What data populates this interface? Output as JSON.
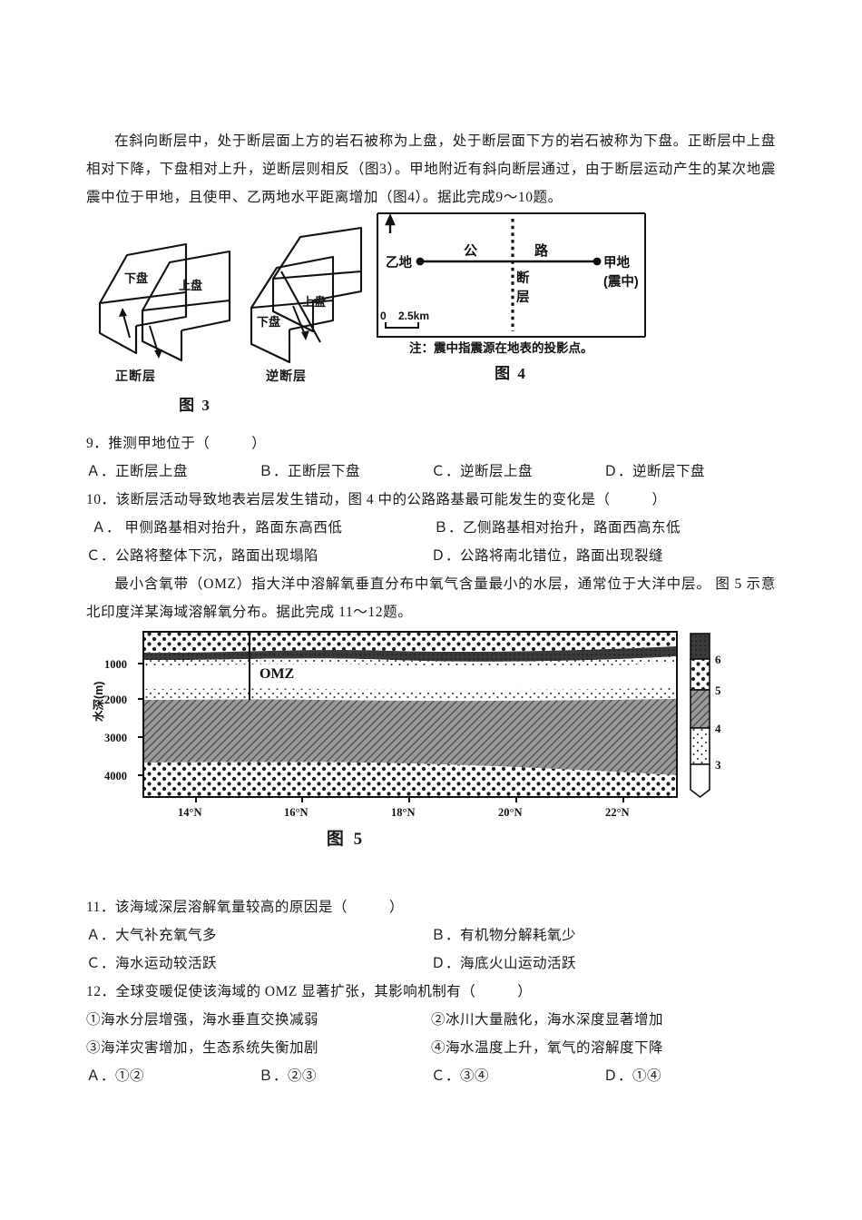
{
  "passage1": {
    "text": "在斜向断层中，处于断层面上方的岩石被称为上盘，处于断层面下方的岩石被称为下盘。正断层中上盘相对下降，下盘相对上升，逆断层则相反（图3）。甲地附近有斜向断层通过，由于断层运动产生的某次地震震中位于甲地，且使甲、乙两地水平距离增加（图4）。据此完成9～10题。"
  },
  "figure3": {
    "caption": "图 3",
    "left_block": {
      "name": "正断层",
      "upper_label": "上盘",
      "lower_label": "下盘"
    },
    "right_block": {
      "name": "逆断层",
      "upper_label": "上盘",
      "lower_label": "下盘"
    }
  },
  "figure4": {
    "caption": "图 4",
    "place_b": "乙地",
    "place_a": "甲地",
    "place_a_sub": "(震中)",
    "road_label_1": "公",
    "road_label_2": "路",
    "fault_label": "断层",
    "scale_zero": "0",
    "scale_value": "2.5km",
    "note": "注：震中指震源在地表的投影点。"
  },
  "q9": {
    "stem": "9．推测甲地位于（",
    "stem_close": "）",
    "options": [
      "Ａ．正断层上盘",
      "Ｂ．正断层下盘",
      "Ｃ．逆断层上盘",
      "Ｄ．逆断层下盘"
    ]
  },
  "q10": {
    "stem": "10．该断层活动导致地表岩层发生错动，图 4 中的公路路基最可能发生的变化是（",
    "stem_close": "）",
    "options": [
      "Ａ．  甲侧路基相对抬升，路面东高西低",
      "Ｂ．乙侧路基相对抬升，路面西高东低",
      "Ｃ．公路将整体下沉，路面出现塌陷",
      "Ｄ．公路将南北错位，路面出现裂缝"
    ]
  },
  "passage2": {
    "text": "最小含氧带（OMZ）指大洋中溶解氧垂直分布中氧气含量最小的水层，通常位于大洋中层。 图 5 示意北印度洋某海域溶解氧分布。据此完成 11～12题。"
  },
  "chart_data": {
    "type": "area",
    "title": "图 5",
    "xlabel": "",
    "ylabel": "水深(m)",
    "annotation": "OMZ",
    "xticks": [
      "14°N",
      "16°N",
      "18°N",
      "20°N",
      "22°N"
    ],
    "yticks": [
      "1000",
      "2000",
      "3000",
      "4000"
    ],
    "ylim": [
      0,
      4500
    ],
    "xlim": [
      13,
      23
    ],
    "legend_position": "right",
    "legend_title": "",
    "legend_entries": [
      {
        "label": "6",
        "pattern": "dark-solid"
      },
      {
        "label": "5",
        "pattern": "coarse-dots"
      },
      {
        "label": "4",
        "pattern": "diagonal-hatch"
      },
      {
        "label": "3",
        "pattern": "fine-dots"
      }
    ],
    "bands": [
      {
        "name": "surface-high-oxygen",
        "pattern": "coarse-dots",
        "top": 0,
        "bottom_start": 620,
        "bottom_end": 560
      },
      {
        "name": "dark-layer-6",
        "pattern": "dark-solid",
        "top_start": 620,
        "top_end": 560,
        "bottom_start": 700,
        "bottom_end": 700
      },
      {
        "name": "omz-layer",
        "pattern": "white",
        "top_start": 760,
        "top_end": 760,
        "bottom_start": 1450,
        "bottom_end": 1500
      },
      {
        "name": "dotted-transition",
        "pattern": "fine-dots",
        "top_start": 1450,
        "top_end": 1500,
        "bottom_start": 1720,
        "bottom_end": 1780
      },
      {
        "name": "deep-hatch-layer",
        "pattern": "diagonal-hatch",
        "top_start": 1720,
        "top_end": 1780,
        "bottom_start": 3650,
        "bottom_end": 4100
      },
      {
        "name": "bottom-dots-layer",
        "pattern": "coarse-dots",
        "top_start": 3650,
        "top_end": 4100,
        "bottom": 4500
      }
    ]
  },
  "q11": {
    "stem": "11．该海域深层溶解氧量较高的原因是（",
    "stem_close": "）",
    "options": [
      "Ａ．大气补充氧气多",
      "Ｂ．有机物分解耗氧少",
      "Ｃ．海水运动较活跃",
      "Ｄ．海底火山运动活跃"
    ]
  },
  "q12": {
    "stem": "12．全球变暖促使该海域的 OMZ 显著扩张，其影响机制有（",
    "stem_close": "）",
    "statements": [
      "①海水分层增强，海水垂直交换减弱",
      "②冰川大量融化，海水深度显著增加",
      "③海洋灾害增加，生态系统失衡加剧",
      "④海水温度上升，氧气的溶解度下降"
    ],
    "options": [
      "Ａ．①②",
      "Ｂ．②③",
      "Ｃ．③④",
      "Ｄ．①④"
    ]
  }
}
